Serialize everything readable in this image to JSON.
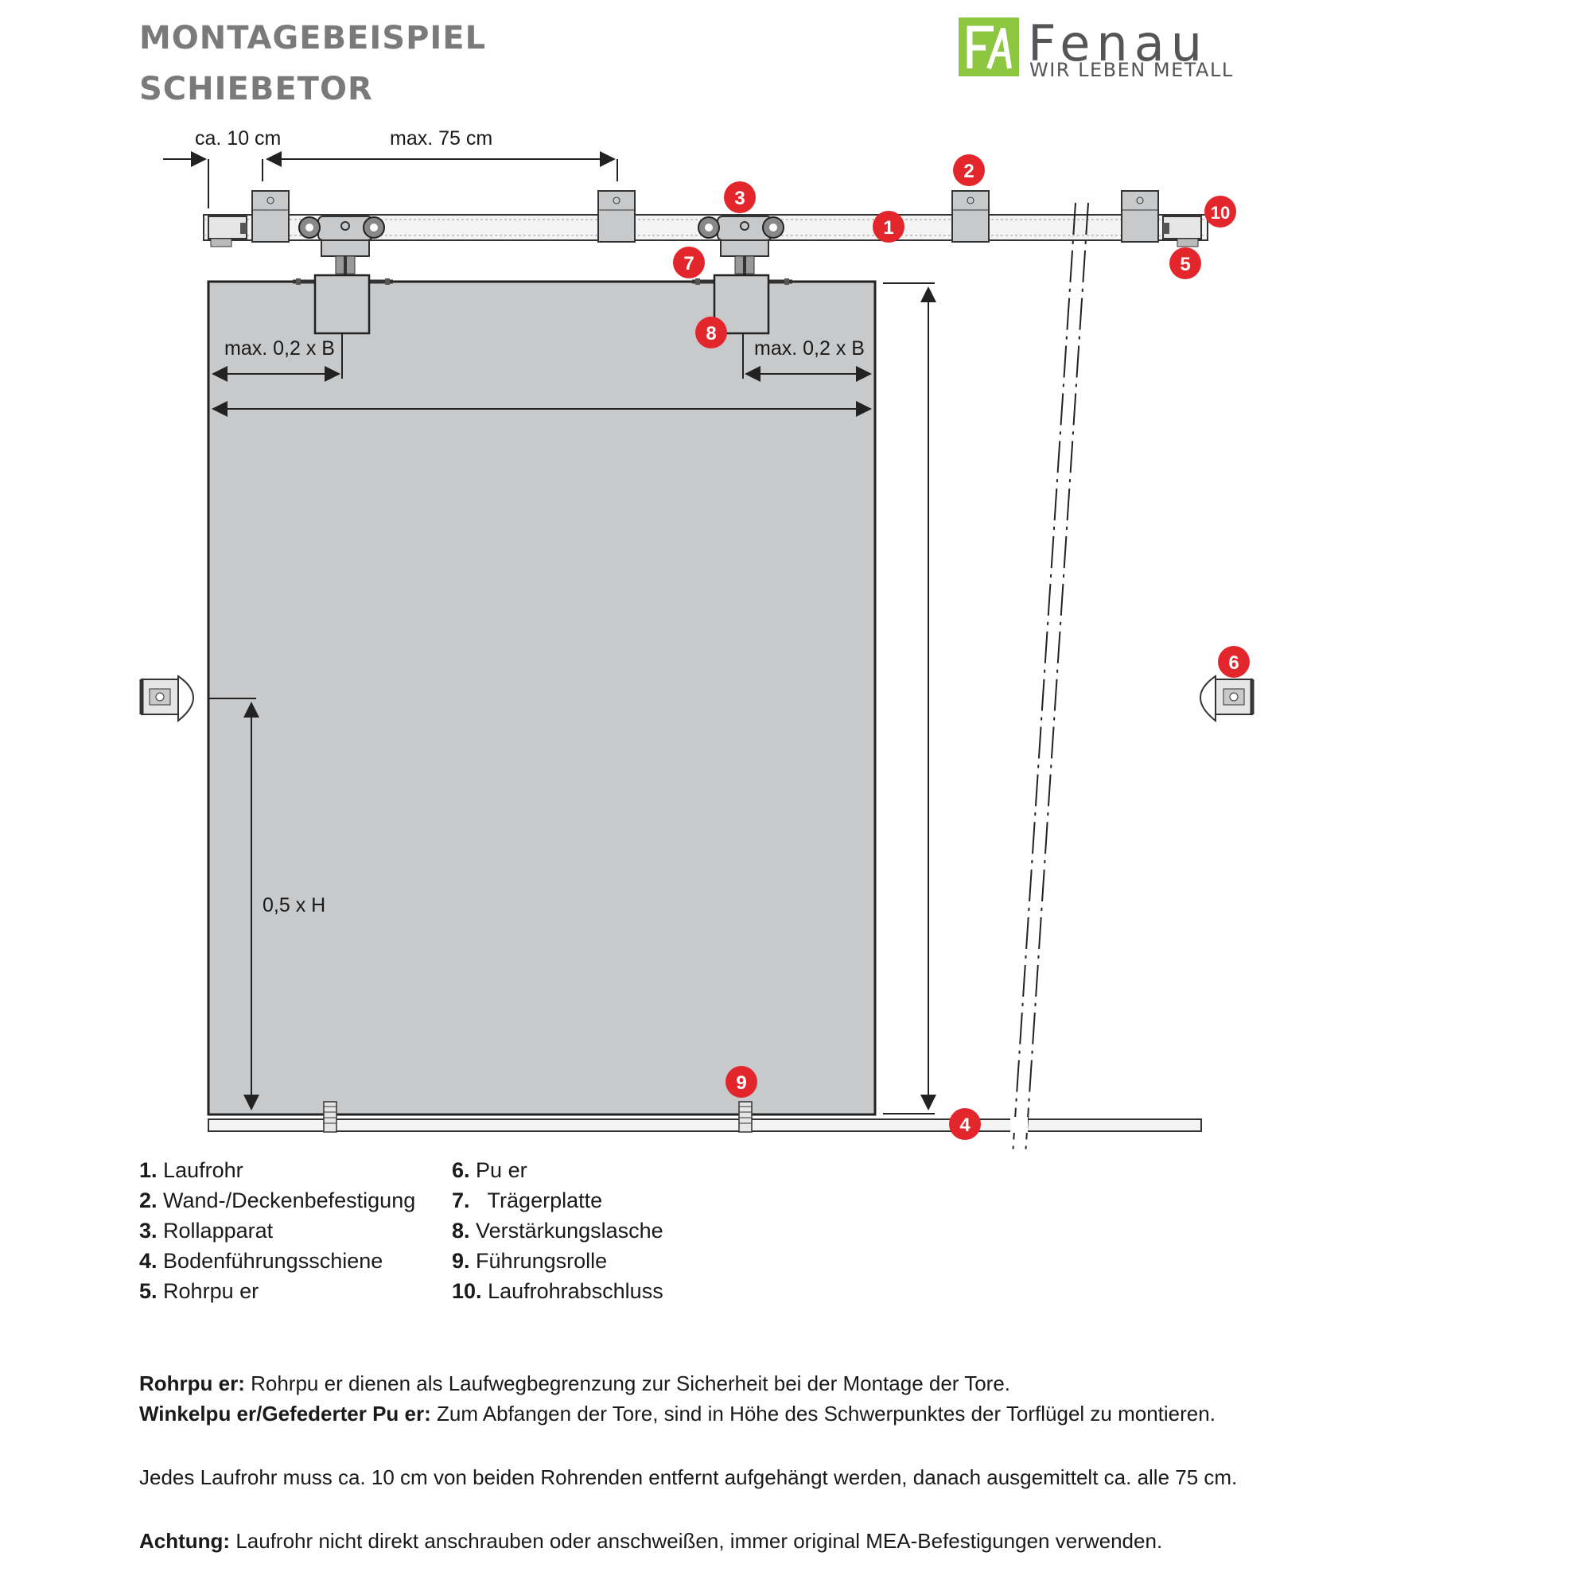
{
  "header": {
    "title_line1": "MONTAGEBEISPIEL",
    "title_line2": "SCHIEBETOR",
    "logo_name": "Fenau",
    "logo_tagline": "WIR LEBEN METALL",
    "logo_accent_color": "#8dc63f"
  },
  "dimensions": {
    "end_offset": "ca. 10 cm",
    "spacing": "max. 75 cm",
    "left_roller_offset": "max. 0,2 x B",
    "right_roller_offset": "max. 0,2 x B",
    "stop_height": "0,5 x H"
  },
  "callouts": [
    "1",
    "2",
    "3",
    "4",
    "5",
    "6",
    "7",
    "8",
    "9",
    "10"
  ],
  "callout_color": "#e3262c",
  "panel_color": "#c8c9cb",
  "legend": {
    "col1": [
      {
        "num": "1.",
        "label": "Laufrohr"
      },
      {
        "num": "2.",
        "label": "Wand-/Deckenbefestigung"
      },
      {
        "num": "3.",
        "label": "Rollapparat"
      },
      {
        "num": "4.",
        "label": "Bodenführungsschiene"
      },
      {
        "num": "5.",
        "label": "Rohrpu er"
      }
    ],
    "col2": [
      {
        "num": "6.",
        "label": "Pu er"
      },
      {
        "num": "7.",
        "label": "  Trägerplatte"
      },
      {
        "num": "8.",
        "label": "Verstärkungslasche"
      },
      {
        "num": "9.",
        "label": "Führungsrolle"
      },
      {
        "num": "10.",
        "label": "Laufrohrabschluss"
      }
    ]
  },
  "notes": {
    "n1_bold": "Rohrpu er:",
    "n1_text": " Rohrpu er dienen als Laufwegbegrenzung zur Sicherheit bei der Montage der Tore.",
    "n2_bold": "Winkelpu er/Gefederter Pu er:",
    "n2_text": " Zum Abfangen der Tore, sind in Höhe des Schwerpunktes der Torflügel zu montieren.",
    "n3_text": "Jedes Laufrohr muss ca. 10 cm von beiden Rohrenden entfernt aufgehängt werden, danach ausgemittelt ca. alle 75 cm.",
    "n4_bold": "Achtung:",
    "n4_text": " Laufrohr nicht direkt anschrauben oder anschweißen, immer original MEA-Befestigungen verwenden."
  }
}
